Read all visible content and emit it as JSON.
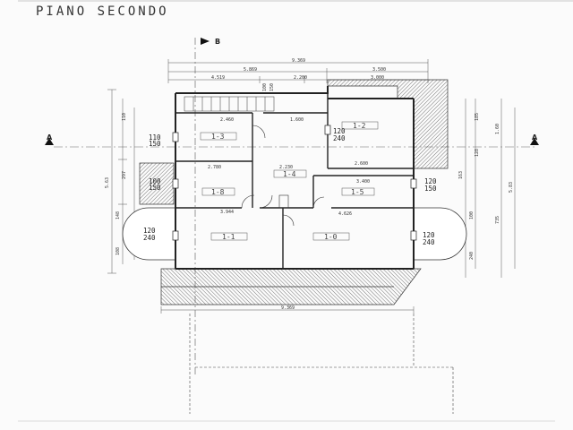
{
  "title": "PIANO SECONDO",
  "section_marks": {
    "a_left": "A",
    "a_right": "A",
    "b": "B"
  },
  "top_dimensions": {
    "total": "9.369",
    "left": "5.869",
    "right": "3.500",
    "sub1": "4.519",
    "sub2": "2.200",
    "sub3": "3.000"
  },
  "bottom_dimension": "9.369",
  "stair_labels": [
    "100",
    "150"
  ],
  "rooms": [
    {
      "id": "room-13",
      "label": "1-3",
      "width_dim": "2.460"
    },
    {
      "id": "room-12",
      "label": "1-2",
      "width_dim": "2.600"
    },
    {
      "id": "room-14",
      "label": "1-4",
      "width_dim": "2.230"
    },
    {
      "id": "room-15",
      "label": "1-5",
      "width_dim": "3.400"
    },
    {
      "id": "room-18",
      "label": "1-8",
      "width_dim": "2.780"
    },
    {
      "id": "room-11",
      "label": "1-1",
      "width_dim": "3.944"
    },
    {
      "id": "room-10",
      "label": "1-0",
      "width_dim": "4.626"
    }
  ],
  "corridor_dim": "1.600",
  "windows": [
    {
      "id": "win-left-upper",
      "top": "110",
      "bottom": "150"
    },
    {
      "id": "win-left-mid",
      "top": "100",
      "bottom": "150"
    },
    {
      "id": "win-left-lower",
      "top": "120",
      "bottom": "240"
    },
    {
      "id": "win-right-upper",
      "top": "120",
      "bottom": "240"
    },
    {
      "id": "win-right-mid",
      "top": "120",
      "bottom": "150"
    },
    {
      "id": "win-right-lower",
      "top": "120",
      "bottom": "240"
    }
  ],
  "left_vertical_dims": [
    "110",
    "297",
    "5.63",
    "148",
    "108"
  ],
  "right_vertical_dims": [
    "185",
    "128",
    "163",
    "100",
    "240",
    "1.60",
    "735",
    "5.83"
  ]
}
